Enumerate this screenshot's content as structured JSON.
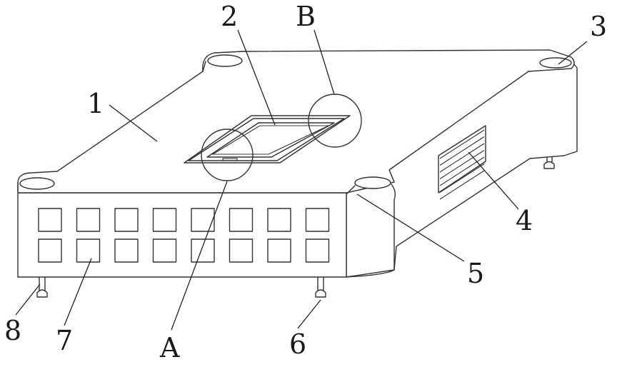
{
  "figure": {
    "labels": {
      "l1": "1",
      "l2": "2",
      "l3": "3",
      "l4": "4",
      "l5": "5",
      "l6": "6",
      "l7": "7",
      "l8": "8",
      "lA": "A",
      "lB": "B"
    },
    "front_panel": {
      "rows": 2,
      "columns": 8
    },
    "vent_slats": 7
  }
}
